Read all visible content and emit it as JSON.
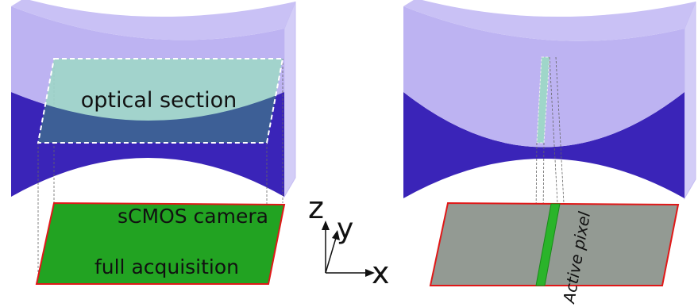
{
  "labels": {
    "optical_section": "optical section",
    "camera_title": "sCMOS camera",
    "acquisition": "full acquisition",
    "active_pixel": "Active pixel"
  },
  "axes": {
    "z": "z",
    "y": "y",
    "x": "x"
  },
  "colors": {
    "beam_light": "#bdb3f2",
    "beam_dark": "#3a24b8",
    "beam_side": "#d3cdf7",
    "section_fill": "#9fd6c9",
    "section_overlap": "#3d5f96",
    "sensor_full": "#22a322",
    "sensor_gray": "#939a93",
    "sensor_border": "#e01818",
    "active_pixel": "#2ab42a"
  }
}
